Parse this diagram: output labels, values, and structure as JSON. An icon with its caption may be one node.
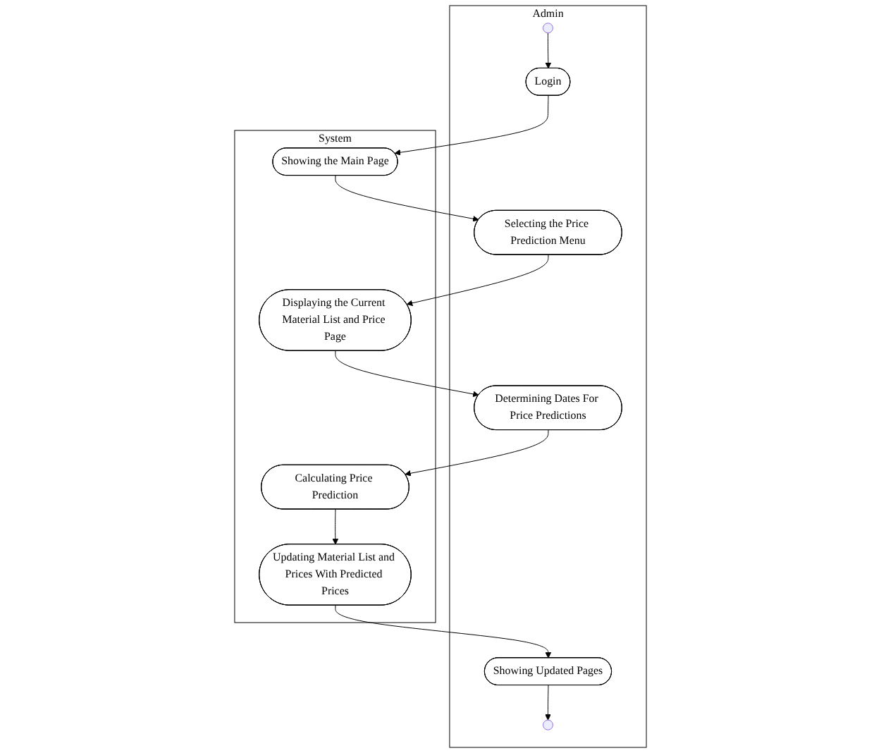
{
  "diagram": {
    "nodes": [
      {
        "text": [
          "Admin"
        ]
      },
      {
        "text": [
          "System"
        ]
      },
      {
        "text": [],
        "shape": "circle",
        "in": 0
      },
      {
        "text": [
          "Login"
        ],
        "in": 0
      },
      {
        "text": [
          "Showing the Main Page"
        ],
        "in": 1
      },
      {
        "text": [
          "Selecting the Price Prediction Menu"
        ],
        "in": 0
      },
      {
        "text": [
          "Displaying the Current Material List and Price Page"
        ],
        "in": 1
      },
      {
        "text": [
          "Determining Dates For Price Predictions"
        ],
        "in": 0
      },
      {
        "text": [
          "Calculating Price Prediction"
        ],
        "in": 1
      },
      {
        "text": [
          "Updating Material List and Prices With Predicted Prices"
        ],
        "in": 1
      },
      {
        "text": [
          "Showing Updated Pages"
        ],
        "in": 0
      },
      {
        "text": [],
        "shape": "circle",
        "in": 0
      }
    ],
    "edges": [
      {
        "from": 2,
        "to": 3,
        "arrow": "to"
      },
      {
        "from": 3,
        "to": 4,
        "arrow": "to"
      },
      {
        "from": 4,
        "to": 5,
        "arrow": "to"
      },
      {
        "from": 5,
        "to": 6,
        "arrow": "to"
      },
      {
        "from": 6,
        "to": 7,
        "arrow": "to"
      },
      {
        "from": 7,
        "to": 8,
        "arrow": "to"
      },
      {
        "from": 8,
        "to": 9,
        "arrow": "to"
      },
      {
        "from": 9,
        "to": 10,
        "arrow": "to"
      },
      {
        "from": 10,
        "to": 11,
        "arrow": "to"
      }
    ]
  }
}
